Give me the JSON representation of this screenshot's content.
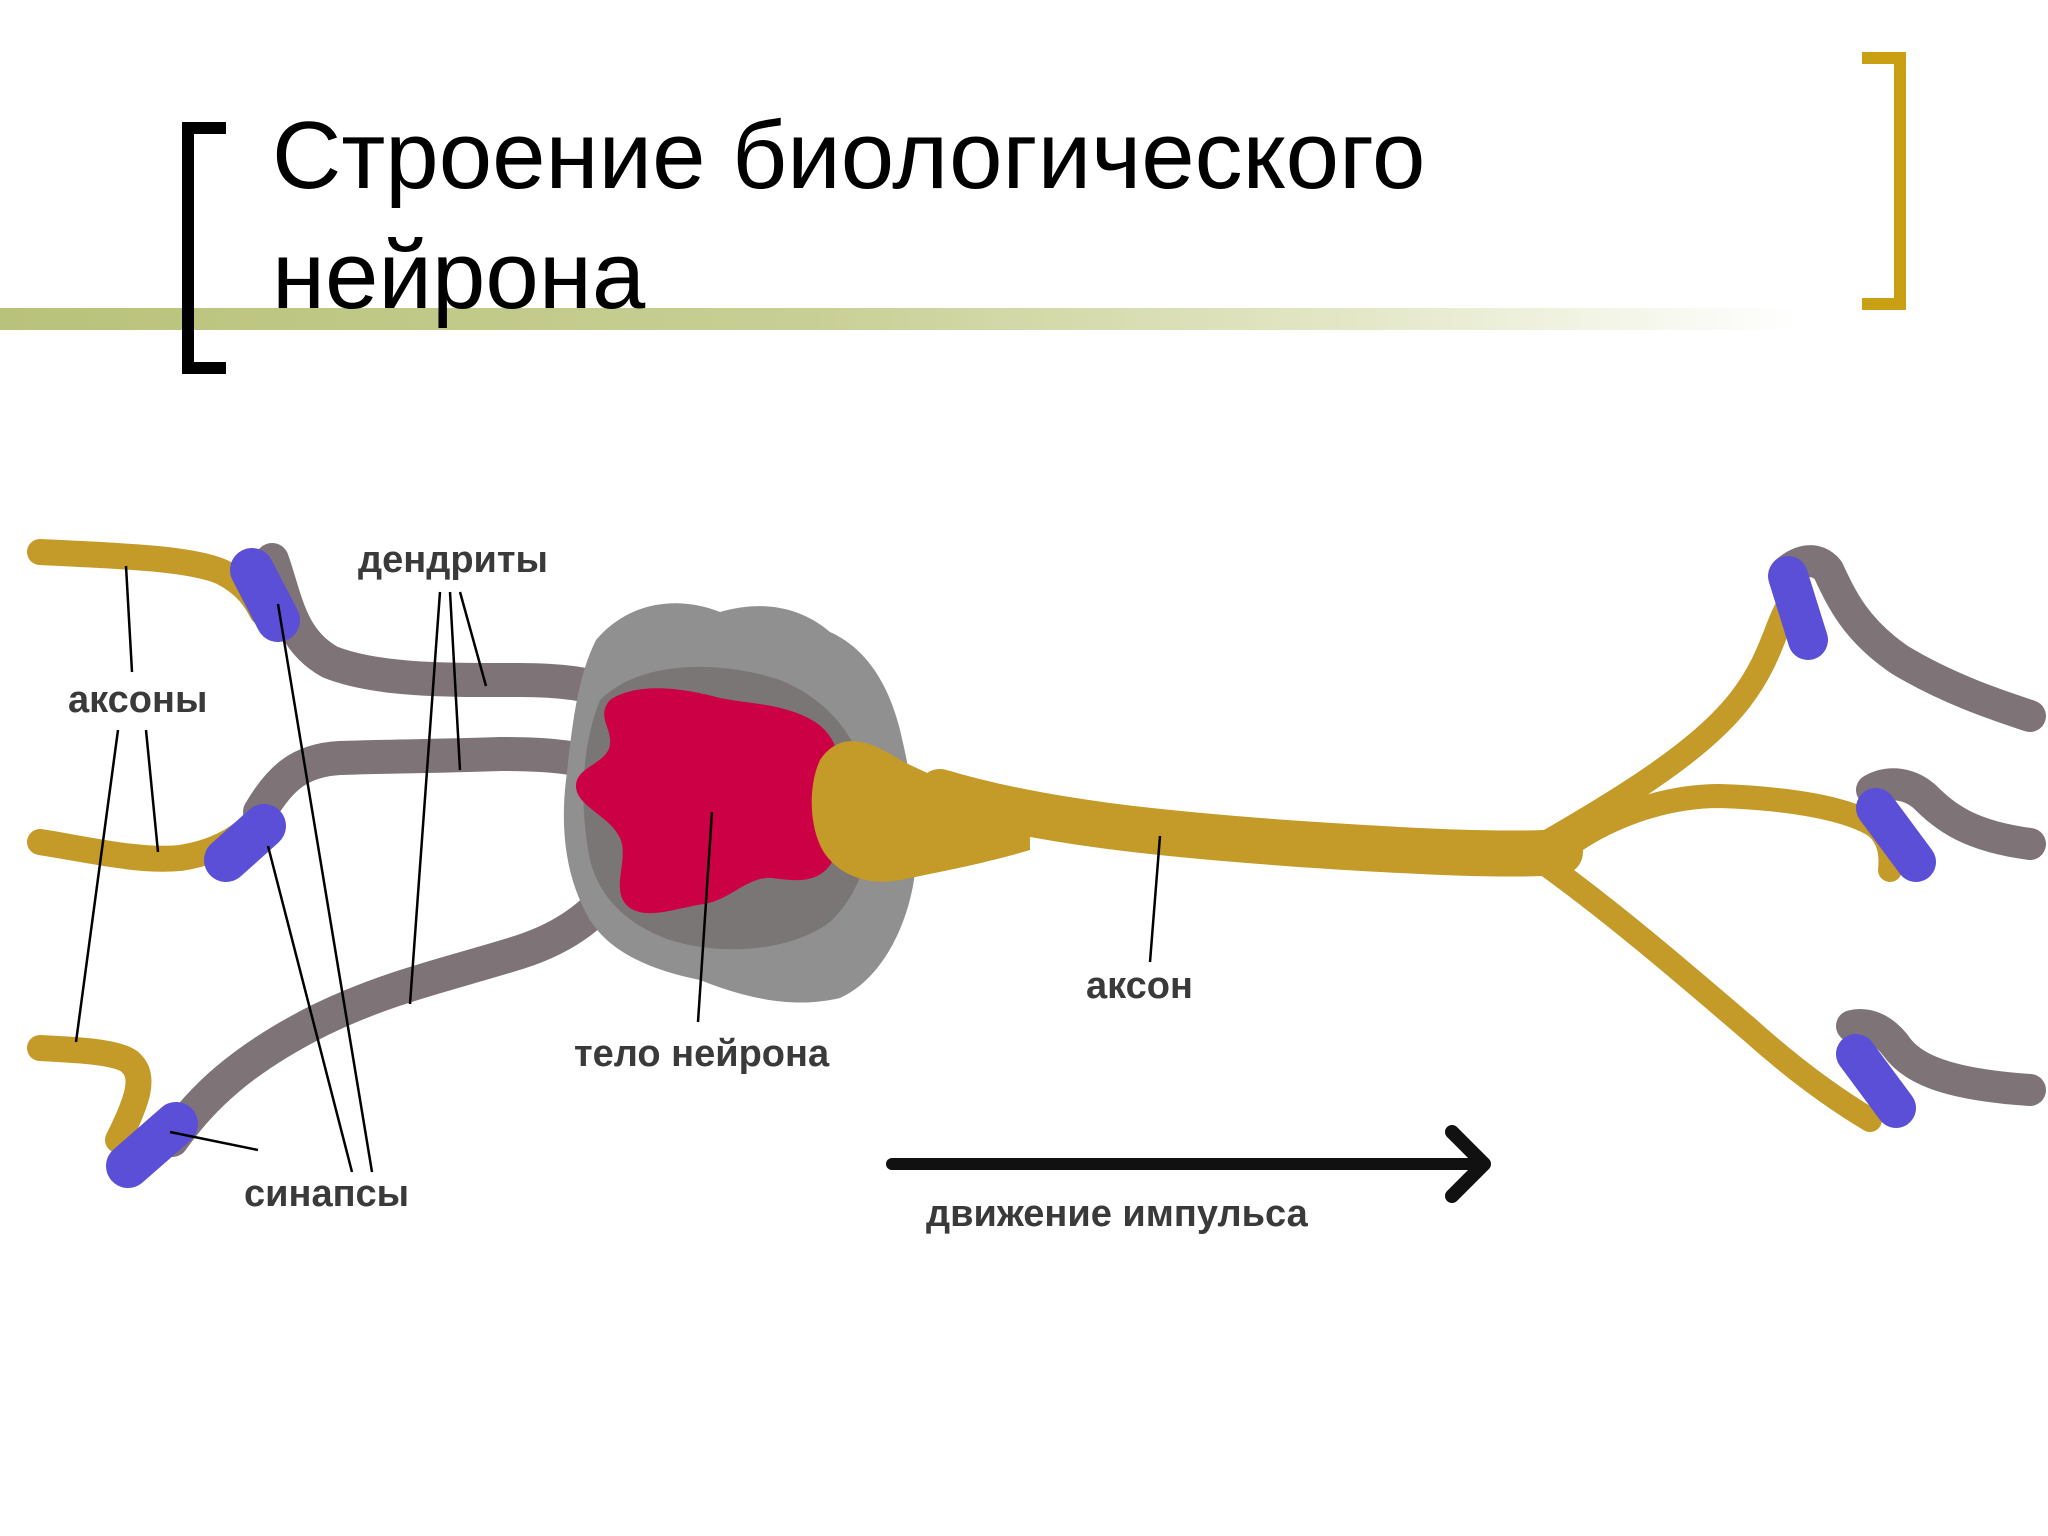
{
  "title": {
    "line1": "Строение биологического",
    "line2": "нейрона"
  },
  "labels": {
    "dendrites": "дендриты",
    "axons": "аксоны",
    "synapses": "синапсы",
    "cell_body": "тело нейрона",
    "axon": "аксон",
    "impulse": "движение импульса"
  },
  "colors": {
    "axon": "#c49a28",
    "dendrite": "#7e7478",
    "synapse": "#5a4fd6",
    "nucleus": "#cc0044",
    "soma_outer": "#909090",
    "soma_inner": "#7a7676",
    "accent_bracket": "#c9a014",
    "title_rule": "#b9c27a"
  }
}
